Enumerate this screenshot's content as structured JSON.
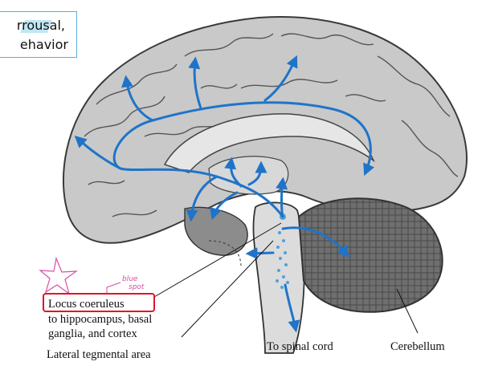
{
  "callout": {
    "line1": "rrousal,",
    "line2": "ehavior"
  },
  "labels": {
    "locus": "Locus coeruleus",
    "projection_1": "to hippocampus, basal",
    "projection_2": "ganglia, and cortex",
    "lateral": "Lateral tegmental area",
    "spinal": "To spinal cord",
    "cerebellum": "Cerebellum"
  },
  "annotation": {
    "note_1": "blue",
    "note_2": "spot"
  },
  "colors": {
    "pathway": "#1f74c9",
    "highlight_box": "#e0142a",
    "ink": "#d64fa6"
  }
}
